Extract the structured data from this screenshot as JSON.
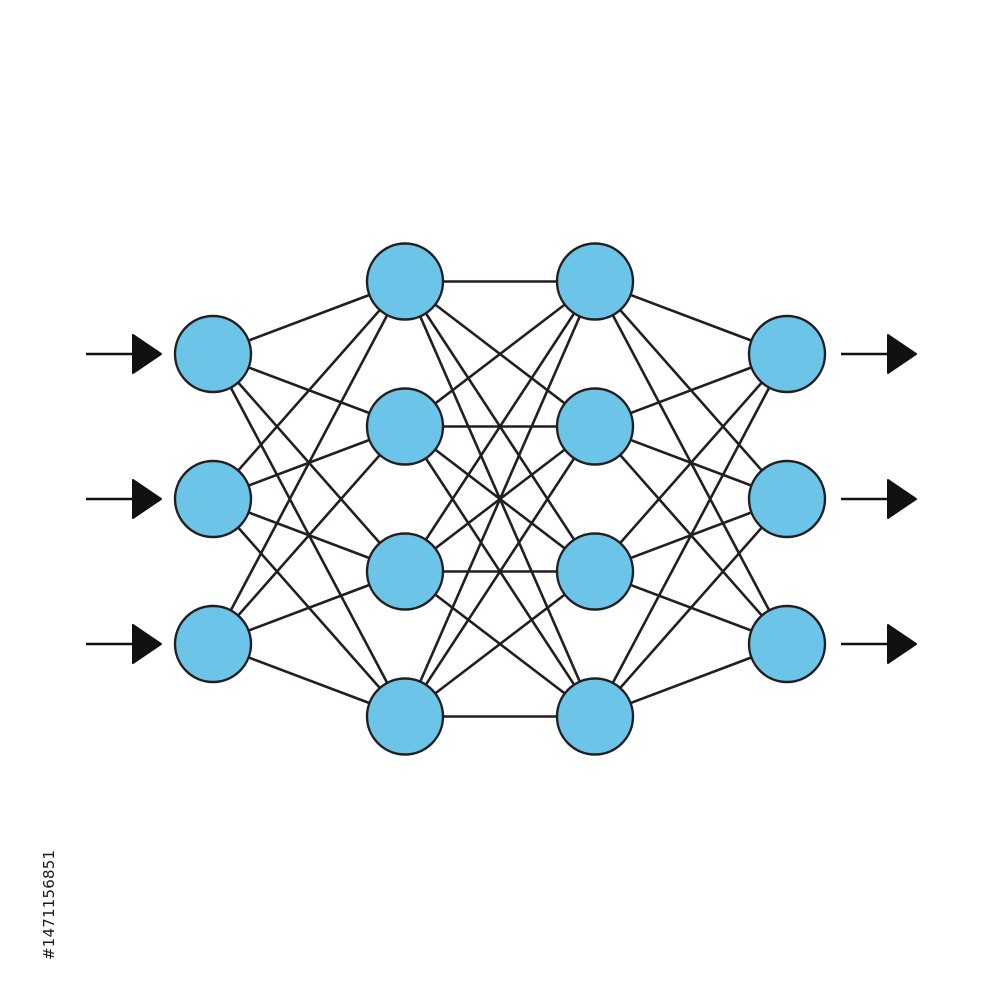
{
  "diagram": {
    "type": "neural-network",
    "layers": [
      {
        "name": "input-layer",
        "nodes": 3
      },
      {
        "name": "hidden-layer-1",
        "nodes": 4
      },
      {
        "name": "hidden-layer-2",
        "nodes": 4
      },
      {
        "name": "output-layer",
        "nodes": 3
      }
    ],
    "inputs": 3,
    "outputs": 3,
    "connectivity": "fully-connected",
    "icons": {
      "input": "arrow-right-icon",
      "output": "arrow-right-icon"
    },
    "colors": {
      "node_fill": "#6cc4e8",
      "node_stroke": "#231f20",
      "edge": "#231f20",
      "arrow": "#111111",
      "background": "#ffffff"
    }
  },
  "watermark": {
    "stock_id": "#1471156851"
  }
}
